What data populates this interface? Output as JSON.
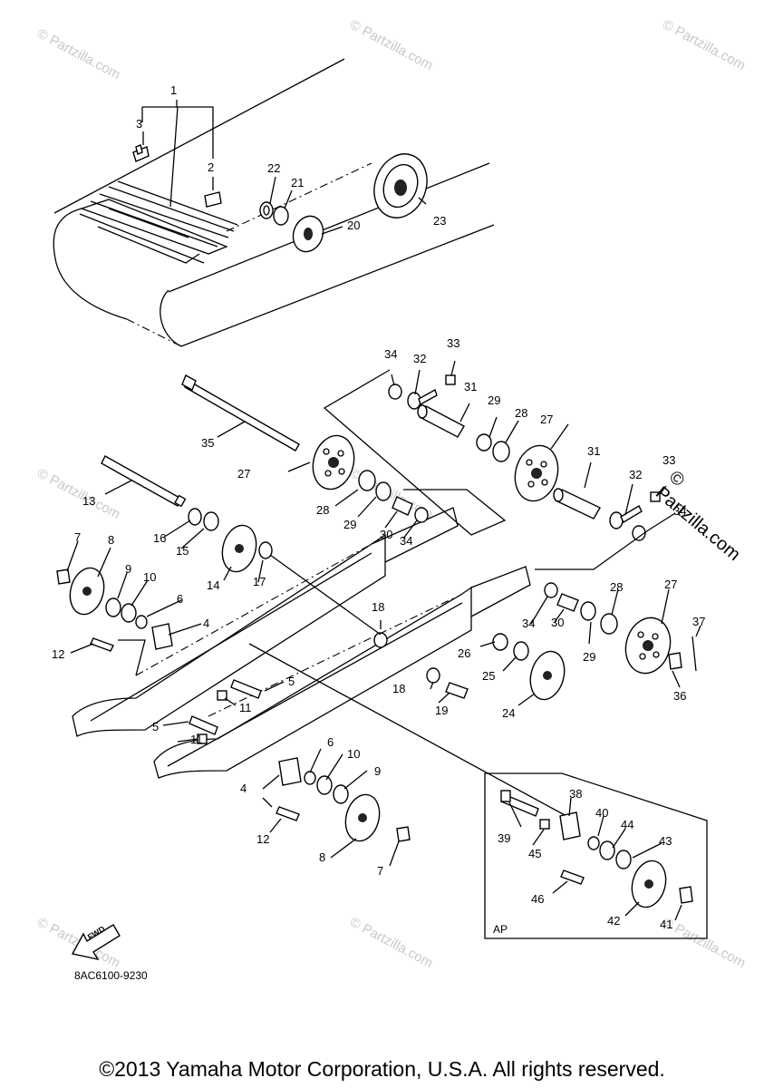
{
  "watermark": {
    "text": "© Partzilla.com"
  },
  "brand_watermark": "© Partzilla.com",
  "diagram_code": "8AC6100-9230",
  "ap_label": "AP",
  "fwd_label": "FWD",
  "copyright": "©2013 Yamaha Motor Corporation, U.S.A. All rights reserved.",
  "callouts": [
    "1",
    "2",
    "3",
    "4",
    "4",
    "5",
    "5",
    "6",
    "6",
    "7",
    "7",
    "8",
    "8",
    "9",
    "9",
    "10",
    "10",
    "11",
    "11",
    "12",
    "12",
    "13",
    "14",
    "15",
    "16",
    "17",
    "18",
    "18",
    "19",
    "20",
    "21",
    "22",
    "23",
    "24",
    "25",
    "26",
    "27",
    "27",
    "27",
    "28",
    "28",
    "28",
    "29",
    "29",
    "29",
    "30",
    "30",
    "31",
    "31",
    "32",
    "32",
    "33",
    "33",
    "34",
    "34",
    "34",
    "34",
    "35",
    "36",
    "37",
    "38",
    "39",
    "40",
    "41",
    "42",
    "43",
    "44",
    "45",
    "46"
  ]
}
